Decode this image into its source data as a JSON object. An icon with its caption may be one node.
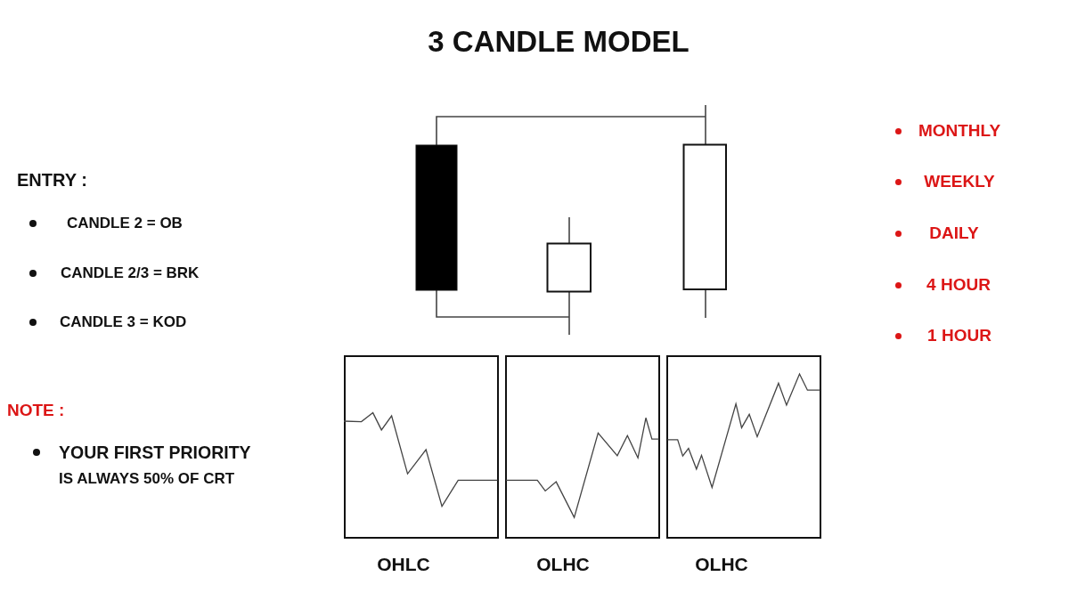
{
  "diagram": {
    "title": "3 CANDLE MODEL",
    "labels": [
      "ENTRY :",
      "CANDLE 2 = OB",
      "CANDLE 2/3 = BRK",
      "CANDLE 3 = KOD",
      "NOTE :",
      "YOUR FIRST PRIORITY IS ALWAYS 50% OF CRT",
      "MONTHLY",
      "WEEKLY",
      "DAILY",
      "4 HOUR",
      "1 HOUR",
      "OHLC",
      "OLHC",
      "OLHC"
    ]
  }
}
